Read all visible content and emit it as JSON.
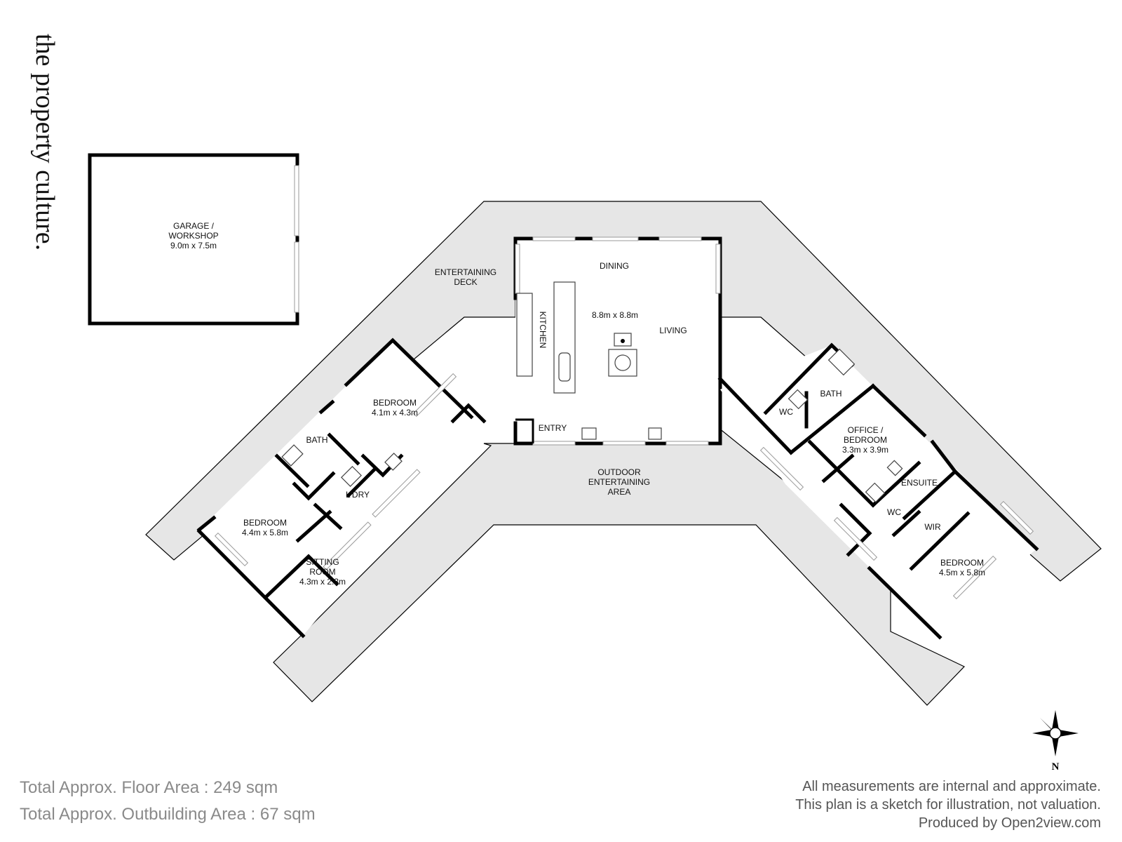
{
  "brand": {
    "logo_text": "the property culture."
  },
  "rooms": {
    "garage": {
      "line1": "GARAGE /",
      "line2": "WORKSHOP",
      "dims": "9.0m x 7.5m"
    },
    "entertaining_deck": {
      "line1": "ENTERTAINING",
      "line2": "DECK"
    },
    "dining": "DINING",
    "living": "LIVING",
    "main_dims": "8.8m x 8.8m",
    "kitchen": "KITCHEN",
    "entry": "ENTRY",
    "outdoor": {
      "line1": "OUTDOOR",
      "line2": "ENTERTAINING",
      "line3": "AREA"
    },
    "bedroom_west_upper": {
      "name": "BEDROOM",
      "dims": "4.1m x 4.3m"
    },
    "bath_west": "BATH",
    "laundry": "L'DRY",
    "bedroom_west_lower": {
      "name": "BEDROOM",
      "dims": "4.4m x 5.8m"
    },
    "sitting_room": {
      "line1": "SITTING",
      "line2": "ROOM",
      "dims": "4.3m x 2.3m"
    },
    "bath_east": "BATH",
    "wc_east_upper": "WC",
    "office": {
      "line1": "OFFICE /",
      "line2": "BEDROOM",
      "dims": "3.3m x 3.9m"
    },
    "ensuite": "ENSUITE",
    "wc_east_lower": "WC",
    "wir": "WIR",
    "bedroom_east": {
      "name": "BEDROOM",
      "dims": "4.5m x 5.8m"
    }
  },
  "compass": {
    "label": "N"
  },
  "footer": {
    "floor_area": "Total Approx. Floor Area : 249 sqm",
    "outbuilding_area": "Total Approx. Outbuilding Area : 67 sqm",
    "disclaimer1": "All measurements are internal and approximate.",
    "disclaimer2": "This plan is a sketch for illustration, not valuation.",
    "disclaimer3": "Produced by Open2view.com"
  }
}
